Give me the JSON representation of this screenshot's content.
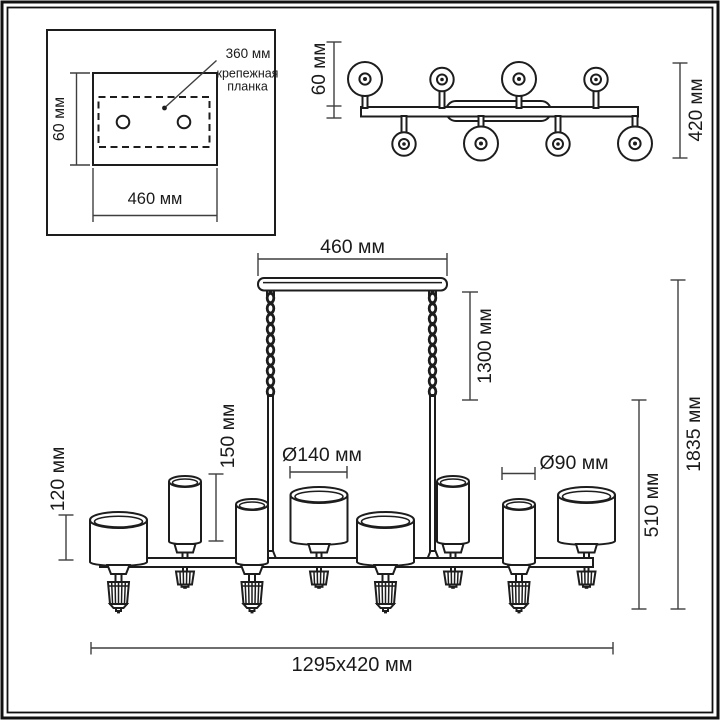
{
  "drawing": {
    "inset": {
      "plate_width_label": "360 мм",
      "plate_caption_1": "крепежная",
      "plate_caption_2": "планка",
      "height_label": "60 мм",
      "width_label": "460 мм"
    },
    "top_view": {
      "height_label": "60 мм",
      "depth_label": "420 мм"
    },
    "front_view": {
      "canopy_width_label": "460 мм",
      "chain_length_label": "1300 мм",
      "narrow_shade_height_label": "150 мм",
      "wide_shade_height_label": "120 мм",
      "wide_shade_diameter_label": "Ø140 мм",
      "narrow_shade_diameter_label": "Ø90 мм",
      "body_height_label": "510 мм",
      "total_height_label": "1835 мм",
      "overall_size_label": "1295x420 мм"
    },
    "colors": {
      "line": "#1d1d1d",
      "dimension_line": "#3f3f3f",
      "background": "#ffffff"
    }
  }
}
